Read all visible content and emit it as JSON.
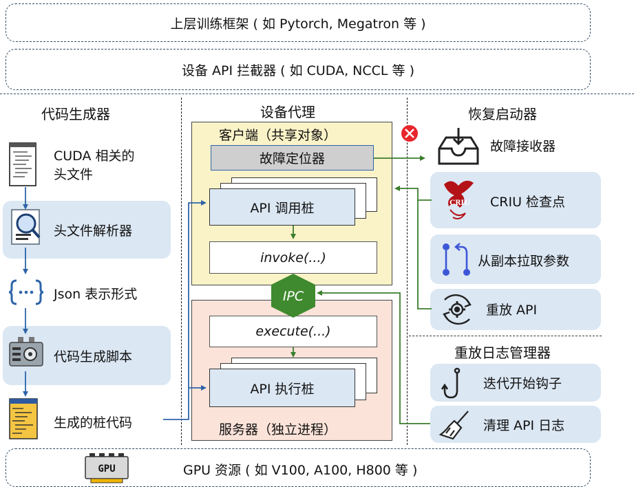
{
  "layers": {
    "top": "上层训练框架 ( 如 Pytorch, Megatron 等 )",
    "interceptor": "设备 API 拦截器 ( 如 CUDA, NCCL 等 )",
    "gpu": "GPU 资源 ( 如 V100, A100, H800 等 )",
    "gpu_chip_label": "GPU"
  },
  "codegen": {
    "title": "代码生成器",
    "items": [
      {
        "label": "CUDA 相关的\n头文件",
        "icon": "header-file-icon"
      },
      {
        "label": "头文件解析器",
        "icon": "magnifier-doc-icon"
      },
      {
        "label": "Json 表示形式",
        "icon": "json-braces-icon"
      },
      {
        "label": "代码生成脚本",
        "icon": "gear-machine-icon"
      },
      {
        "label": "生成的桩代码",
        "icon": "code-file-icon"
      }
    ]
  },
  "proxy": {
    "title": "设备代理",
    "client_title": "客户端（共享对象）",
    "fault_locator": "故障定位器",
    "api_call_stub": "API 调用桩",
    "invoke": "invoke(...)",
    "ipc": "IPC",
    "execute": "execute(...)",
    "api_exec_stub": "API 执行桩",
    "server_title": "服务器（独立进程）"
  },
  "recovery": {
    "title": "恢复启动器",
    "fault_receiver": "故障接收器",
    "criu": "CRIU 检查点",
    "criu_logo_text": "CRIU",
    "pull_params": "从副本拉取参数",
    "replay": "重放 API"
  },
  "replay_log": {
    "title": "重放日志管理器",
    "hook": "迭代开始钩子",
    "clean": "清理 API 日志"
  },
  "colors": {
    "client_bg": "#fbf3c8",
    "server_bg": "#fbe3d9",
    "pill_bg": "#dbe7f3",
    "arrow_blue": "#2e64a8",
    "arrow_green": "#3a7d2c",
    "ipc_green": "#3f8a2e",
    "error_red": "#e8262b"
  }
}
